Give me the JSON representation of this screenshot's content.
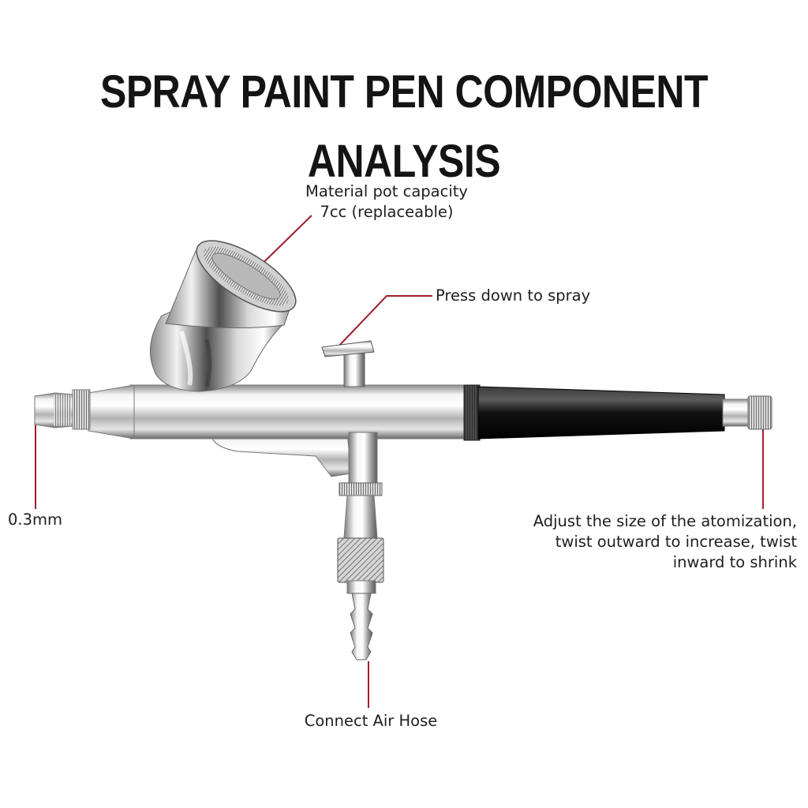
{
  "title": "SPRAY PAINT PEN COMPONENT ANALYSIS",
  "colors": {
    "leader_line": "#a01e2c",
    "title_text": "#141414",
    "rear_handle": "#161616",
    "chrome_body": "#c8c8c8"
  },
  "callouts": {
    "material_pot": [
      "Material pot capacity",
      "7cc (replaceable)"
    ],
    "trigger": "Press down to spray",
    "nozzle_size": "0.3mm",
    "atomization": [
      "Adjust the size of the atomization,",
      "twist outward to increase, twist",
      "inward to shrink"
    ],
    "air_hose": "Connect Air Hose"
  }
}
